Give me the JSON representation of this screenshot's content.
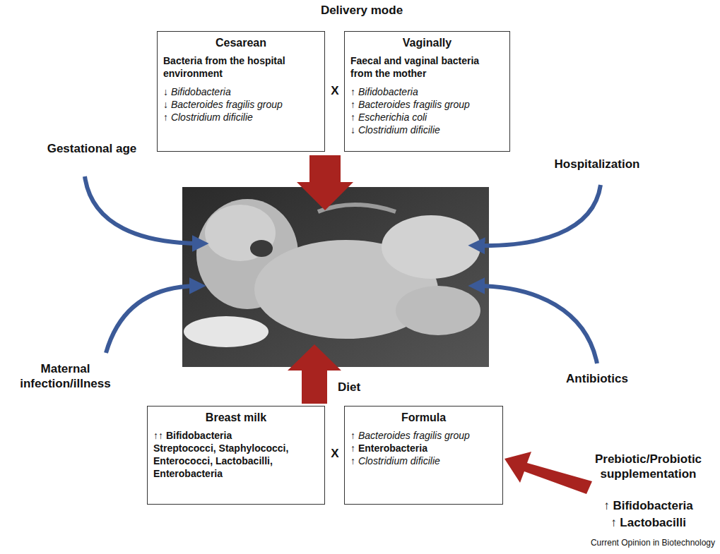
{
  "diagram": {
    "nodes": [
      {
        "text": [
          "Cesarean",
          "Bacteria from the hospital environment",
          "↓ Bifidobacteria",
          "↓ Bacteroides fragilis group",
          "↑ Clostridium dificilie"
        ]
      },
      {
        "text": [
          "Vaginally",
          "Faecal and vaginal bacteria from the mother",
          "↑ Bifidobacteria",
          "↑ Bacteroides fragilis group",
          "↑ Escherichia coli",
          "↓ Clostridium dificilie"
        ]
      },
      {
        "text": [
          "Breast milk",
          "↑↑ Bifidobacteria",
          "Streptococci, Staphylococci, Enterococci, Lactobacilli, Enterobacteria"
        ]
      },
      {
        "text": [
          "Formula",
          "↑ Bacteroides fragilis group",
          "↑ Enterobacteria",
          "↑ Clostridium dificilie"
        ]
      }
    ],
    "labels": [
      "Delivery mode",
      "X",
      "Gestational age",
      "Hospitalization",
      "Maternal infection/illness",
      "Diet",
      "Antibiotics",
      "X",
      "Prebiotic/Probiotic supplementation",
      "↑ Bifidobacteria",
      "↑ Lactobacilli",
      "Current Opinion in Biotechnology"
    ]
  }
}
